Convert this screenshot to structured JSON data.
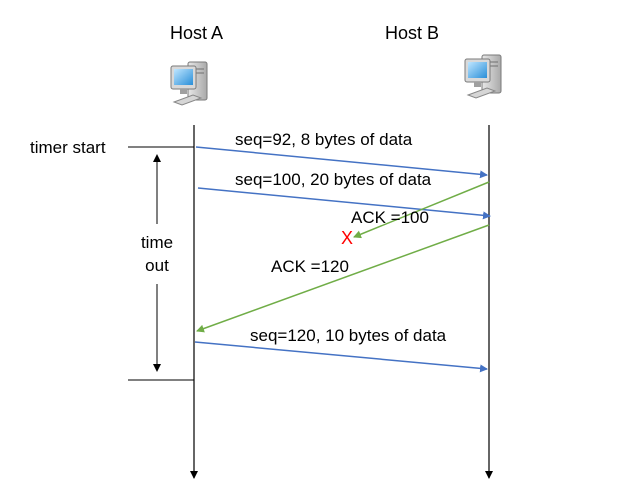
{
  "hosts": {
    "a": {
      "label": "Host A",
      "icon": "computer-icon"
    },
    "b": {
      "label": "Host B",
      "icon": "computer-icon"
    }
  },
  "timer": {
    "start_label": "timer start",
    "timeout_line1": "time",
    "timeout_line2": "out"
  },
  "messages": [
    {
      "label": "seq=92, 8 bytes of data",
      "from": "Host A",
      "to": "Host B",
      "kind": "data",
      "lost": false
    },
    {
      "label": "seq=100, 20 bytes of data",
      "from": "Host A",
      "to": "Host B",
      "kind": "data",
      "lost": false
    },
    {
      "label": "ACK =100",
      "from": "Host B",
      "to": "Host A",
      "kind": "ack",
      "lost": true
    },
    {
      "label": "ACK =120",
      "from": "Host B",
      "to": "Host A",
      "kind": "ack",
      "lost": false
    },
    {
      "label": "seq=120, 10 bytes of data",
      "from": "Host A",
      "to": "Host B",
      "kind": "data",
      "lost": false
    }
  ],
  "loss_marker": "X",
  "colors": {
    "data_arrow": "#4472c4",
    "ack_arrow": "#70ad47",
    "loss": "#ff0000",
    "timeline": "#000000"
  }
}
